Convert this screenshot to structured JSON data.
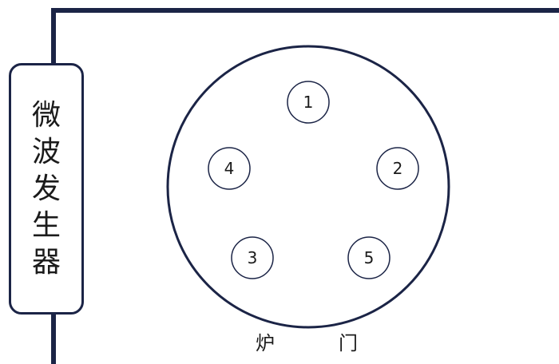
{
  "colors": {
    "stroke": "#1b2446",
    "text": "#1b1b1b",
    "background": "#ffffff"
  },
  "generator": {
    "chars": [
      "微",
      "波",
      "发",
      "生",
      "器"
    ]
  },
  "positions": [
    {
      "label": "1"
    },
    {
      "label": "2"
    },
    {
      "label": "3"
    },
    {
      "label": "4"
    },
    {
      "label": "5"
    }
  ],
  "door": {
    "char_1": "炉",
    "char_2": "门"
  }
}
